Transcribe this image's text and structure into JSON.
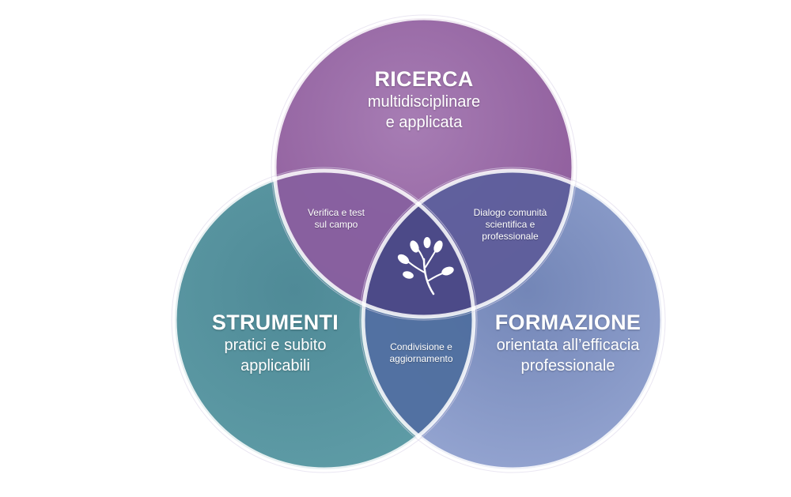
{
  "circles": {
    "top": {
      "title": "RICERCA",
      "subtitle": "multidisciplinare\ne applicata"
    },
    "left": {
      "title": "STRUMENTI",
      "subtitle": "pratici e subito\napplicabili"
    },
    "right": {
      "title": "FORMAZIONE",
      "subtitle": "orientata all’efficacia\nprofessionale"
    }
  },
  "overlaps": {
    "top_left": "Verifica e test\nsul campo",
    "top_right": "Dialogo comunità\nscientifica e\nprofessionale",
    "bottom": "Condivisione e\naggiornamento"
  },
  "center_icon": "tree-sprout-icon",
  "colors": {
    "ricerca": "#9a6aa6",
    "strumenti": "#4e8f98",
    "formazione": "#8095c4",
    "center": "#4f4f8c"
  }
}
